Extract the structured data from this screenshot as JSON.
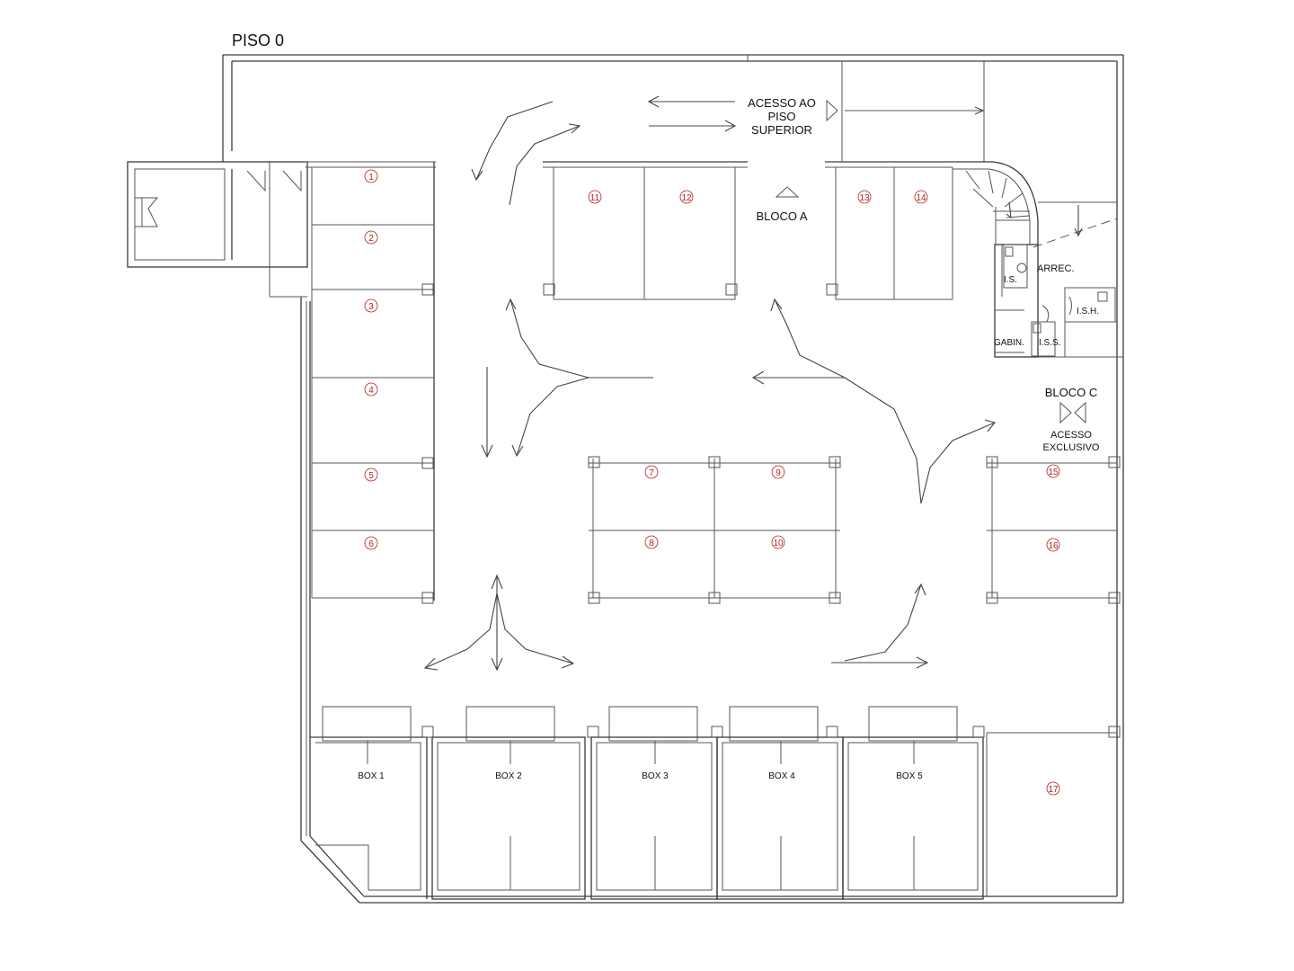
{
  "floor_title": "PISO 0",
  "labels": {
    "access_upper_line1": "ACESSO AO",
    "access_upper_line2": "PISO",
    "access_upper_line3": "SUPERIOR",
    "bloco_a": "BLOCO A",
    "bloco_c": "BLOCO C",
    "exclusive_line1": "ACESSO",
    "exclusive_line2": "EXCLUSIVO",
    "arrec": "ARREC.",
    "ts": "I.S.",
    "ish": "I.S.H.",
    "iss": "I.S.S.",
    "gabin": "GABIN."
  },
  "spots": [
    "1",
    "2",
    "3",
    "4",
    "5",
    "6",
    "7",
    "8",
    "9",
    "10",
    "11",
    "12",
    "13",
    "14",
    "15",
    "16",
    "17"
  ],
  "boxes": [
    "BOX 1",
    "BOX 2",
    "BOX 3",
    "BOX 4",
    "BOX 5"
  ]
}
